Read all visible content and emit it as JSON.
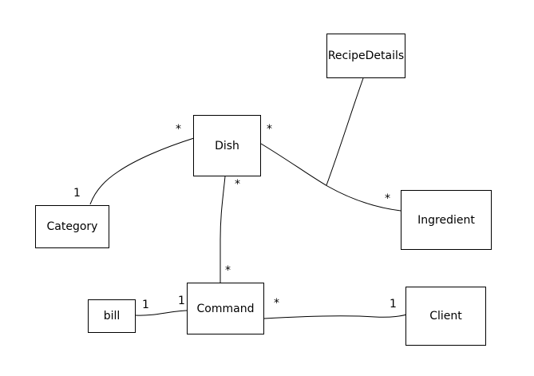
{
  "classes": {
    "recipe_details": "RecipeDetails",
    "dish": "Dish",
    "category": "Category",
    "ingredient": "Ingredient",
    "command": "Command",
    "bill": "bill",
    "client": "Client"
  },
  "multiplicities": {
    "dish_category_dish_end": "*",
    "dish_category_category_end": "1",
    "dish_ingredient_dish_end": "*",
    "dish_ingredient_ingredient_end": "*",
    "dish_command_dish_end": "*",
    "dish_command_command_end": "*",
    "bill_command_bill_end": "1",
    "bill_command_command_end": "1",
    "command_client_command_end": "*",
    "command_client_client_end": "1"
  }
}
